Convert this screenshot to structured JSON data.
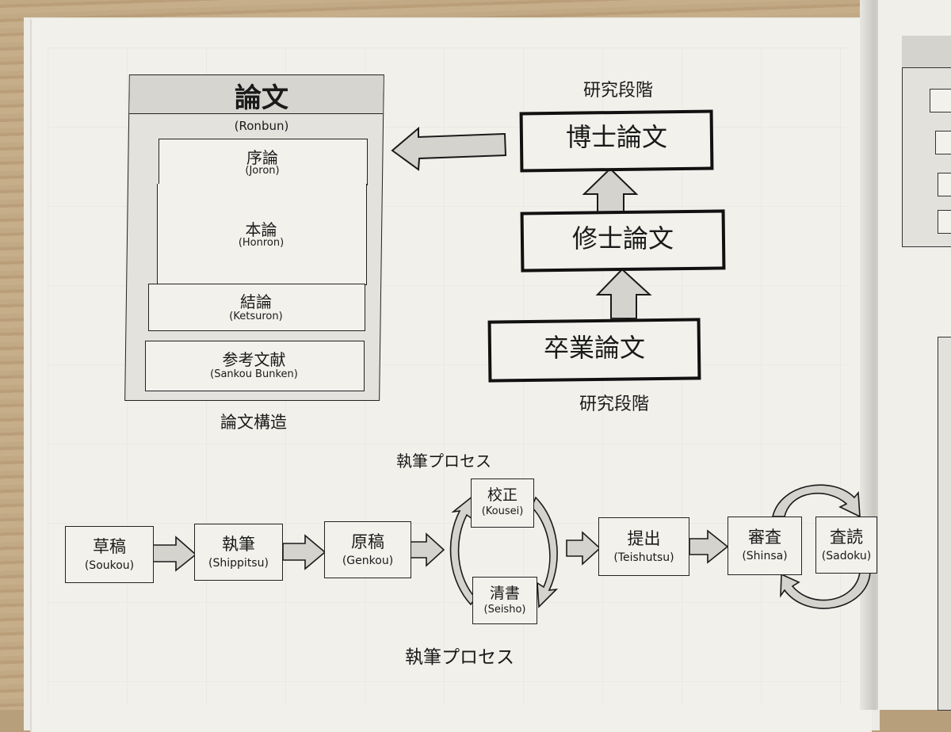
{
  "paper_structure": {
    "title": "論文",
    "title_romaji": "(Ronbun)",
    "sections": [
      {
        "jp": "序論",
        "romaji": "(Joron)"
      },
      {
        "jp": "本論",
        "romaji": "(Honron)"
      },
      {
        "jp": "結論",
        "romaji": "(Ketsuron)"
      }
    ],
    "references": {
      "jp": "参考文献",
      "romaji": "(Sankou Bunken)"
    },
    "caption": "論文構造"
  },
  "research_stages": {
    "caption_top": "研究段階",
    "caption_bottom": "研究段階",
    "stages": [
      {
        "jp": "博士論文"
      },
      {
        "jp": "修士論文"
      },
      {
        "jp": "卒業論文"
      }
    ]
  },
  "writing_process": {
    "caption_top": "執筆プロセス",
    "caption_bottom": "執筆プロセス",
    "steps": [
      {
        "jp": "草稿",
        "romaji": "(Soukou)"
      },
      {
        "jp": "執筆",
        "romaji": "(Shippitsu)"
      },
      {
        "jp": "原稿",
        "romaji": "(Genkou)"
      },
      {
        "jp": "校正",
        "romaji": "(Kousei)"
      },
      {
        "jp": "清書",
        "romaji": "(Seisho)"
      },
      {
        "jp": "提出",
        "romaji": "(Teishutsu)"
      },
      {
        "jp": "審査",
        "romaji": "(Shinsa)"
      },
      {
        "jp": "査読",
        "romaji": "(Sadoku)"
      }
    ]
  },
  "colors": {
    "box_fill": "#d8d7d2",
    "arrow_fill": "#d4d3ce",
    "ink": "#1a1a1a"
  }
}
